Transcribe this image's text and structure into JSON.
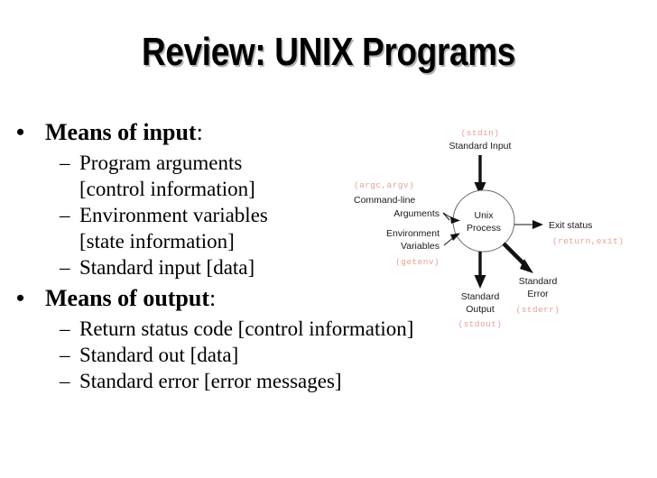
{
  "slide": {
    "title": "Review: UNIX Programs",
    "background_color": "#ffffff",
    "text_color": "#000000"
  },
  "body": {
    "bullet_marker": "•",
    "dash_marker": "–",
    "sections": [
      {
        "heading_bold": "Means of input",
        "heading_tail": ":",
        "items": [
          {
            "line1": "Program arguments",
            "line2": "[control information]"
          },
          {
            "line1": "Environment variables",
            "line2": "[state information]"
          },
          {
            "line1": "Standard input [data]",
            "line2": ""
          }
        ]
      },
      {
        "heading_bold": "Means of output",
        "heading_tail": ":",
        "items": [
          {
            "line1": "Return status code [control information]",
            "line2": ""
          },
          {
            "line1": "Standard out [data]",
            "line2": ""
          },
          {
            "line1": "Standard error [error messages]",
            "line2": ""
          }
        ]
      }
    ]
  },
  "diagram": {
    "accent_mono_color": "#e8a193",
    "label_color": "#1a1a1a",
    "process": {
      "line1": "Unix",
      "line2": "Process"
    },
    "stdin": {
      "code": "(stdin)",
      "label": "Standard Input"
    },
    "args": {
      "code": "(argc,argv)",
      "label_line1": "Command-line",
      "label_line2": "Arguments"
    },
    "env": {
      "label_line1": "Environment",
      "label_line2": "Variables",
      "code": "(getenv)"
    },
    "exit": {
      "label": "Exit status",
      "code": "(return,exit)"
    },
    "stdout": {
      "label_line1": "Standard",
      "label_line2": "Output",
      "code": "(stdout)"
    },
    "stderr": {
      "label_line1": "Standard",
      "label_line2": "Error",
      "code": "(stderr)"
    }
  }
}
